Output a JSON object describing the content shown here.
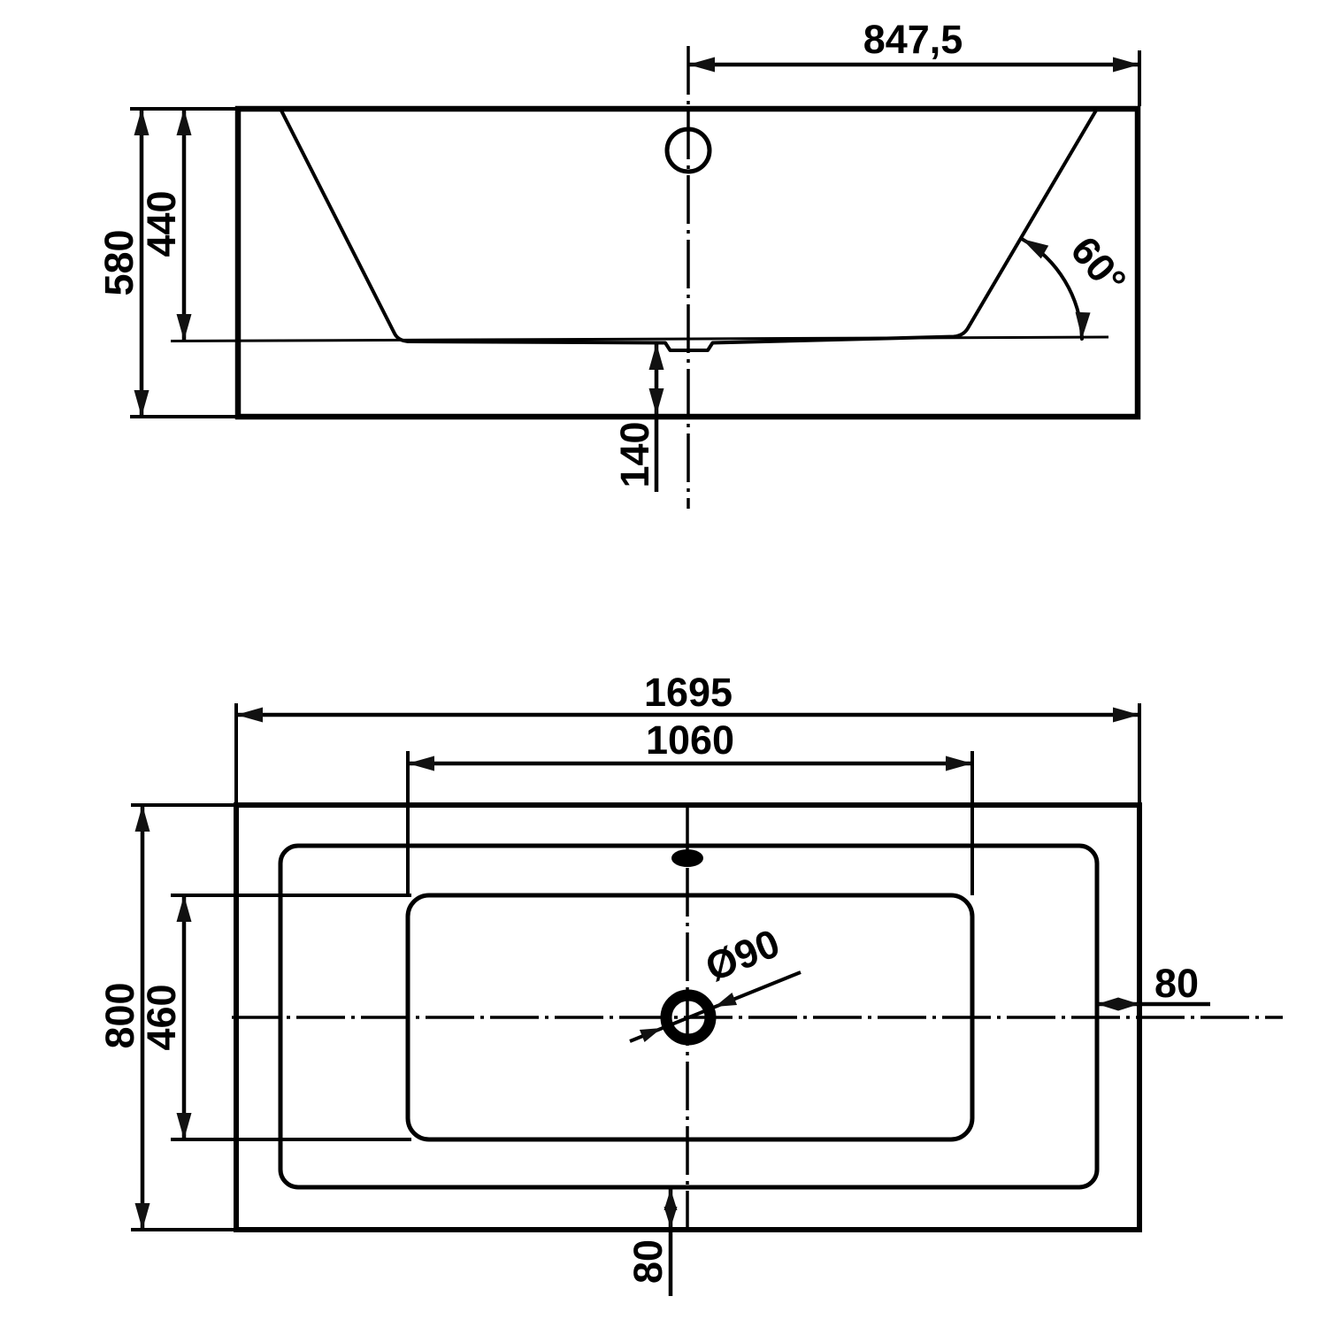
{
  "drawing": {
    "side_view": {
      "width_center_to_edge": "847,5",
      "overall_height": "580",
      "basin_depth": "440",
      "base_height": "140",
      "wall_angle": "60°"
    },
    "plan_view": {
      "overall_length": "1695",
      "basin_length": "1060",
      "overall_width": "800",
      "basin_width": "460",
      "drain_diameter": "Ø90",
      "edge_offset_right": "80",
      "edge_offset_bottom": "80"
    },
    "colors": {
      "line": "#000000",
      "background": "#ffffff"
    }
  }
}
